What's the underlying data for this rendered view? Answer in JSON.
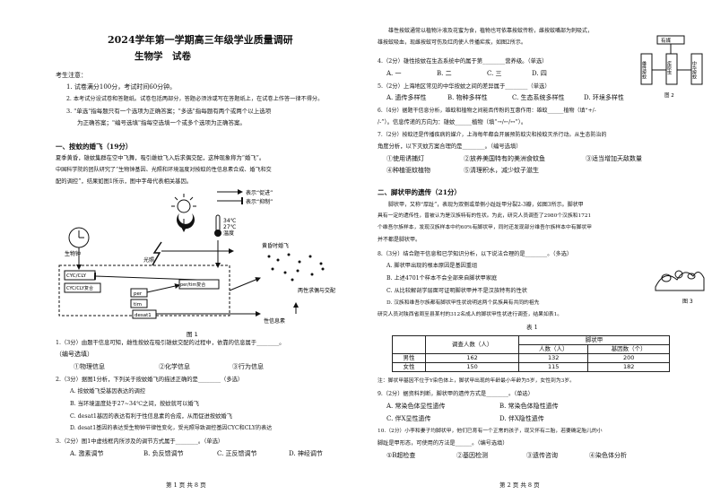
{
  "left": {
    "title": "2024学年第一学期高三年级学业质量调研",
    "subtitle": "生物学　试卷",
    "notice_head": "考生注意：",
    "notices": [
      "1. 试卷满分100分，考试时间60分钟。",
      "2. 本考试分设试卷和答题纸。试卷包括两部分，答题必须涂或写在答题纸上，在试卷上作答一律不得分。",
      "3. \"单选\"指每题只有一个选项为正确答案；\"多选\"指每题有两个或两个以上选项",
      "为正确答案；\"编号选填\"指每空选填一个或多个选项为正确答案。"
    ],
    "section_title": "一、按蚊的婚飞（19分）",
    "intro": [
      "夏季黄昏，雄蚊集群在空中飞舞，吸引雌蚊飞入后求偶交配，这种现象称为“婚飞”。",
      "中国科学院的团队研究了“生物钟基因、光照和环境温度对按蚊的性信息素合成、婚飞和交",
      "配的调控”，结果如图1所示，图中字母代表相关基因。"
    ],
    "figure": {
      "legend_promote": "表示“促进”",
      "legend_inhibit": "表示“抑制”",
      "temp_34": "34℃",
      "temp_27": "27℃",
      "temp_label": "温度",
      "clock_label": "生物钟",
      "light_label": "光照",
      "cycle_gene": "CYC/CLY",
      "cycle_complex": "CYC/CLY复合",
      "per": "per",
      "tim": "tim",
      "desat": "desat1",
      "per_tim_complex": "per/tim复合",
      "swarm": "黄昏时婚飞",
      "mate": "两性求偶与交配",
      "pheromone": "性信息素",
      "caption": "图 1"
    },
    "q1": [
      "1.（3分）由题干信息可知，雌性按蚊在吸引雄蚊交配的过程中，依靠的信息属于________。",
      "（编号选填）"
    ],
    "q1_options": [
      "①物理信息",
      "②化学信息",
      "③行为信息"
    ],
    "q2": "2.（3分）据图1分析，下列关于按蚊婚飞的描述正确的是________（多选）",
    "q2_options": [
      "A. 按蚊婚飞受基因表达的调控",
      "B. 当环境温度处于27~34℃之间，按蚊就可以婚飞",
      "C. desat1基因的表达有利于性信息素的合成，从而促进按蚊婚飞",
      "D. desat1基因的表达受生物钟节律性变化，受光照导致调控基因CYC和CLY的表达"
    ],
    "q3": "3.（2分）图1中虚线框内所涉及的调节方式属于________。（单选）",
    "q3_options": [
      "A. 激素调节",
      "B. 负反馈调节",
      "C. 正反馈调节",
      "D. 神经调节"
    ],
    "footer": "第 1 页 共 8 页"
  },
  "right": {
    "lead": [
      "雄性按蚊通常以植物汁液及花蜜为食，植物也可依靠按蚊传粉，雌按蚊嘴部为刺吸式，",
      "雄按蚊吸血，现雌按蚊可伤及红肉使人传播疟疾，如图2所示。"
    ],
    "fig2_labels": [
      "有媒",
      "雄性按蚊",
      "疟原虫",
      "中华按蚊"
    ],
    "fig2_caption": "图 2",
    "q4": "4.（2分）雄性按蚊在生态系统中的属于第________营养级。（单选）",
    "q4_options": [
      "A. 一",
      "B. 二",
      "C. 三",
      "D. 四"
    ],
    "q5": "5.（2分）上海地区常见的中华按蚊之间的差异属于________（单选）",
    "q5_options": [
      "A. 遗传多样性",
      "B. 物种多样性",
      "C. 生态系统多样性",
      "D. 环境多样性"
    ],
    "q6": [
      "6.（4分）据题干信息分析，雄蚊和植物之间能否传粉的互惠作用：雄蚊______植物（填“+/-",
      "/-”）。信息传递的方向为：雄蚊______植物（填“→/←/↔”）。"
    ],
    "q7": [
      "7.（2分）按蚊还是传播疾病的媒介，上海每年都会开展预防蚊灾和按蚊灭杀行动。从生态防治的",
      "角度分析，以下灭蚊方案合理的是________。（编号选填）"
    ],
    "q7_options": [
      "①使用诱捕灯",
      "②放养美国特有的美洲食蚊鱼",
      "③适当增加天敌数量",
      "④种植驱蚊植物",
      "⑤清理积水，减少蚊子滋生"
    ],
    "section2": "二、脚状甲的遗传（21分）",
    "s2_intro": [
      "脚状甲，又称“厚趾”，表现为双侧或单侧小趾趾甲分裂2-3瓣，如图3所示。脚状甲",
      "具有一定的遗传性，曾被认为是汉族特有的性状。为此，研究人员调查了2980个汉族和1721",
      "个维吾尔族样本，发现汉族样本中约60%有脚状甲，同时还发现部分维吾尔族样本中有脚状甲",
      "并不都是脚状甲。"
    ],
    "q8": "8.（3分）结合题干信息和已学知识分析，以下说法合理的是________。（多选）",
    "q8_options": [
      "A. 脚状甲出现的根本原因是基因重组",
      "B. 上述4701个样本不会全部来自脚状甲家庭",
      "C. 从比较解剖学层面可证明脚状甲并不是汉族特有的性状",
      "D. 汉族和维吾尔族都有脚状甲性状说明这两个民族具有共同的祖先"
    ],
    "fig3_caption": "图 3",
    "s2_table_intro": "研究人员对陕西省周至县某村的312名成人的脚状甲性状进行调查，结果如表1。",
    "table_caption": "表 1",
    "table": {
      "col_gender": "",
      "col_count": "调查人数（人）",
      "col_trait": "脚状甲",
      "sub_people": "人数（人）",
      "sub_genes": "基因数（个）",
      "rows": [
        {
          "label": "男性",
          "count": "162",
          "people": "132",
          "genes": "200"
        },
        {
          "label": "女性",
          "count": "150",
          "people": "115",
          "genes": "182"
        }
      ]
    },
    "note": "注：脚状甲基因不位于Y染色体上，脚状甲出现的年龄最小年龄为5岁，女性到为3岁。",
    "q9": "9.（2分）据资料判断，脚状甲的遗传方式是________。（单选）",
    "q9_options": [
      "A. 常染色体显性遗传",
      "B. 常染色体隐性遗传",
      "C. 伴X显性遗传",
      "D. 伴X隐性遗传"
    ],
    "q10": [
      "10.（2分）小李和妻子均脚状甲，他们已育有一个正常的孩子，现又怀有二胎，若要确定胎儿的小",
      "脚趾是甲形态，可使用的方法是______。（编号选填）"
    ],
    "q10_options": [
      "①B超检查",
      "②基因检测",
      "③遗传咨询",
      "④染色体分析"
    ],
    "footer": "第 2 页 共 8 页"
  }
}
